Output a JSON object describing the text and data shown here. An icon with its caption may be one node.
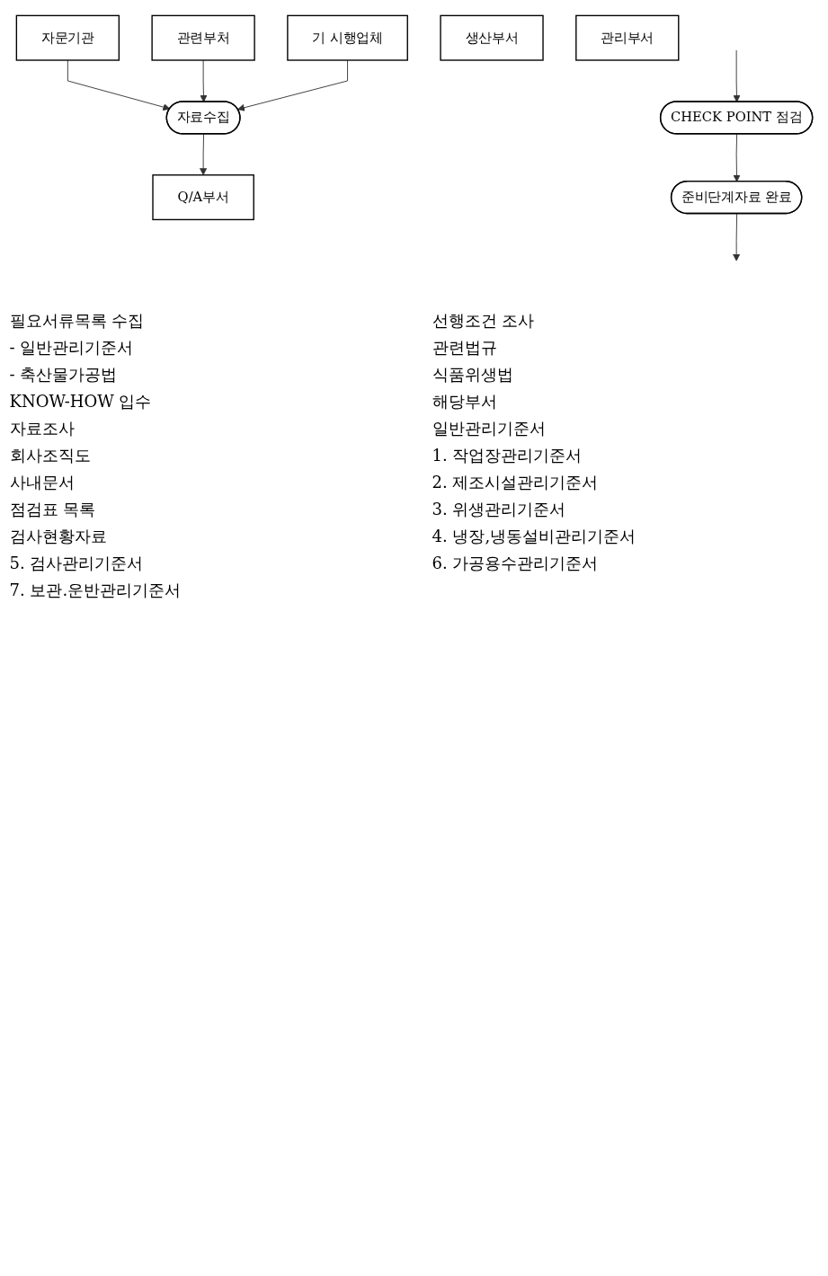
{
  "diagram": {
    "nodes": [
      {
        "text": [
          "자문기관"
        ]
      },
      {
        "text": [
          "관련부처"
        ]
      },
      {
        "text": [
          "자료수집"
        ]
      },
      {
        "text": [
          "기 시행업체"
        ]
      },
      {
        "text": [
          "Q/A부서"
        ]
      },
      {
        "text": [
          "생산부서"
        ]
      },
      {
        "text": [
          "관리부서"
        ]
      },
      {
        "text": [
          "CHECK POINT 점검"
        ]
      },
      {
        "text": [
          "준비단계자료 완료"
        ]
      }
    ],
    "edges": [
      {
        "from": 0,
        "to": 2,
        "arrow": "to"
      },
      {
        "from": 1,
        "to": 2,
        "arrow": "to"
      },
      {
        "from": 3,
        "to": 2,
        "arrow": "to"
      },
      {
        "from": 2,
        "to": 4,
        "arrow": "to"
      },
      {
        "from": null,
        "to": 7,
        "arrow": "to"
      },
      {
        "from": 7,
        "to": 8,
        "arrow": "to"
      },
      {
        "from": 8,
        "to": null,
        "arrow": "to"
      }
    ],
    "labels": [
      "필요서류목록 수집",
      "선행조건 조사",
      "- 일반관리기준서",
      "관련법규",
      "- 축산물가공법",
      "식품위생법",
      "KNOW-HOW 입수",
      "해당부서",
      "자료조사",
      "일반관리기준서",
      "회사조직도",
      "1. 작업장관리기준서",
      "사내문서",
      "2. 제조시설관리기준서",
      "점검표 목록",
      "3. 위생관리기준서",
      "검사현황자료",
      "4. 냉장,냉동설비관리기준서",
      "5. 검사관리기준서",
      "6. 가공용수관리기준서",
      "7. 보관.운반관리기준서"
    ]
  }
}
